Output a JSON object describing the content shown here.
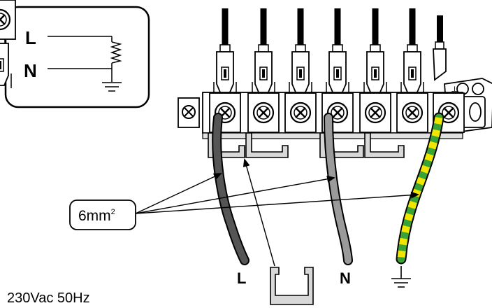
{
  "inset": {
    "line_label": "L",
    "neutral_label": "N"
  },
  "callout": {
    "cable_size_base": "6mm",
    "cable_size_sup": "2"
  },
  "bottom_labels": {
    "line": "L",
    "neutral": "N"
  },
  "supply_note": "230Vac 50Hz",
  "colors": {
    "line_wire": "#555555",
    "neutral_wire": "#9a9a9a",
    "earth_green": "#3aa335",
    "earth_yellow": "#f2e600",
    "clamp_fill": "#d8d8d8",
    "outline": "#000000"
  },
  "icons": [
    "resistor-icon",
    "ground-icon",
    "screw-terminal-icon",
    "cable-clamp-icon",
    "earth-symbol-icon"
  ]
}
